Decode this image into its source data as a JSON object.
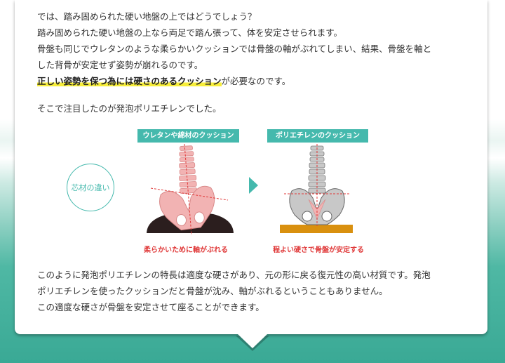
{
  "paragraphs": {
    "p1": "では、踏み固められた硬い地盤の上ではどうでしょう？",
    "p2": "踏み固められた硬い地盤の上なら両足で踏ん張って、体を安定させられます。",
    "p3": "骨盤も同じでウレタンのような柔らかいクッションでは骨盤の軸がぶれてしまい、結果、骨盤を軸と",
    "p4": "した背骨が安定せず姿勢が崩れるのです。",
    "p5_highlight": "正しい姿勢を保つ為には硬さのあるクッション",
    "p5_rest": "が必要なのです。",
    "p6": "そこで注目したのが発泡ポリエチレンでした。",
    "p7": "このように発泡ポリエチレンの特長は適度な硬さがあり、元の形に戻る復元性の高い材質です。発泡",
    "p8": "ポリエチレンを使ったクッションだと骨盤が沈み、軸がぶれるということもありません。",
    "p9": "この適度な硬さが骨盤を安定させて座ることができます。"
  },
  "diagram": {
    "circle_label": "芯材の違い",
    "left_tag": "ウレタンや綿材のクッション",
    "right_tag": "ポリエチレンのクッション",
    "left_caption": "柔らかいために軸がぶれる",
    "right_caption": "程よい硬さで骨盤が安定する",
    "accent": "#45b9ad",
    "pink_bone": "#f2b3b3",
    "gray_bone": "#c8c8c8",
    "orange_board": "#d9900f"
  }
}
